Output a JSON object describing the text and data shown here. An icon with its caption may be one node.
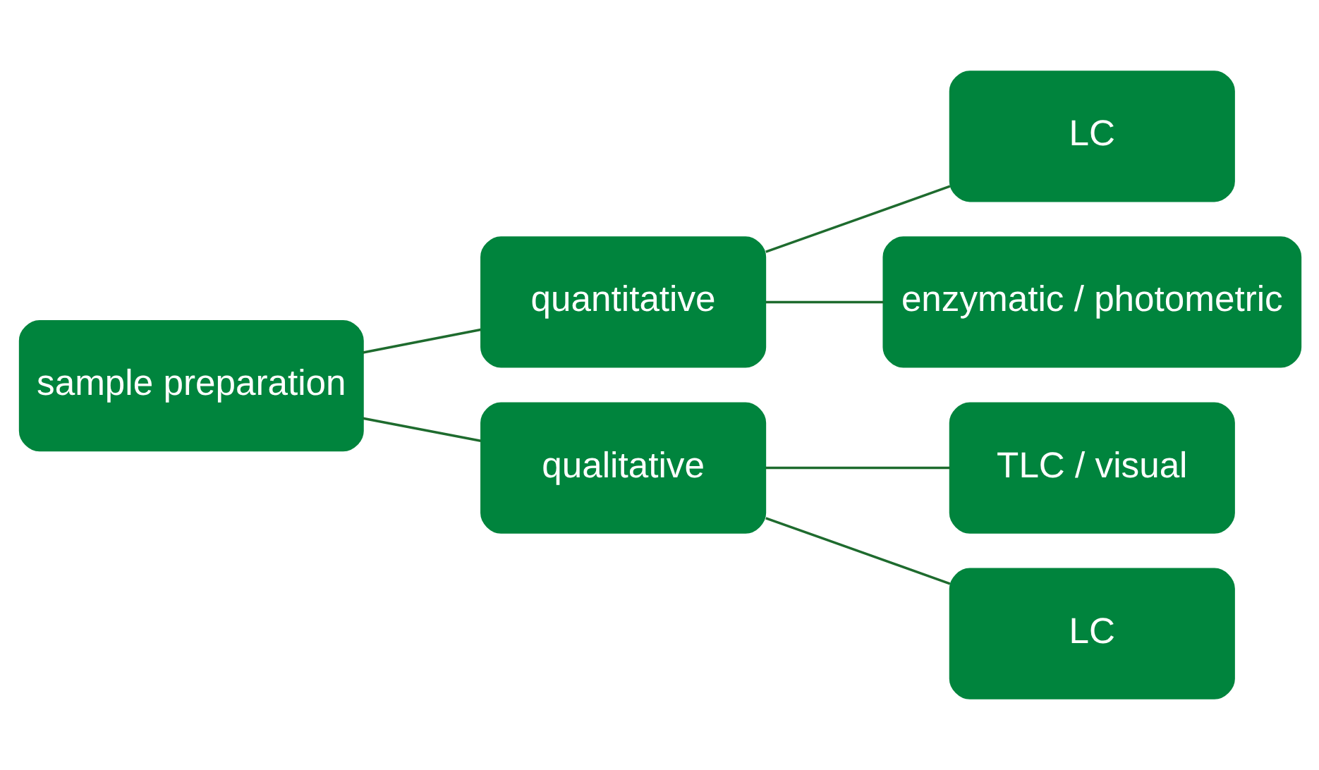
{
  "diagram": {
    "nodes": [
      {
        "text": [
          "sample preparation"
        ]
      },
      {
        "text": [
          "quantitative"
        ]
      },
      {
        "text": [
          "qualitative"
        ]
      },
      {
        "text": [
          "LC"
        ]
      },
      {
        "text": [
          "enzymatic / photometric"
        ]
      },
      {
        "text": [
          "TLC / visual"
        ]
      },
      {
        "text": [
          "LC"
        ]
      }
    ],
    "edges": [
      {
        "from": 0,
        "to": 1,
        "arrow": "none"
      },
      {
        "from": 0,
        "to": 2,
        "arrow": "none"
      },
      {
        "from": 1,
        "to": 3,
        "arrow": "none"
      },
      {
        "from": 1,
        "to": 4,
        "arrow": "none"
      },
      {
        "from": 2,
        "to": 5,
        "arrow": "none"
      },
      {
        "from": 2,
        "to": 6,
        "arrow": "none"
      }
    ]
  }
}
